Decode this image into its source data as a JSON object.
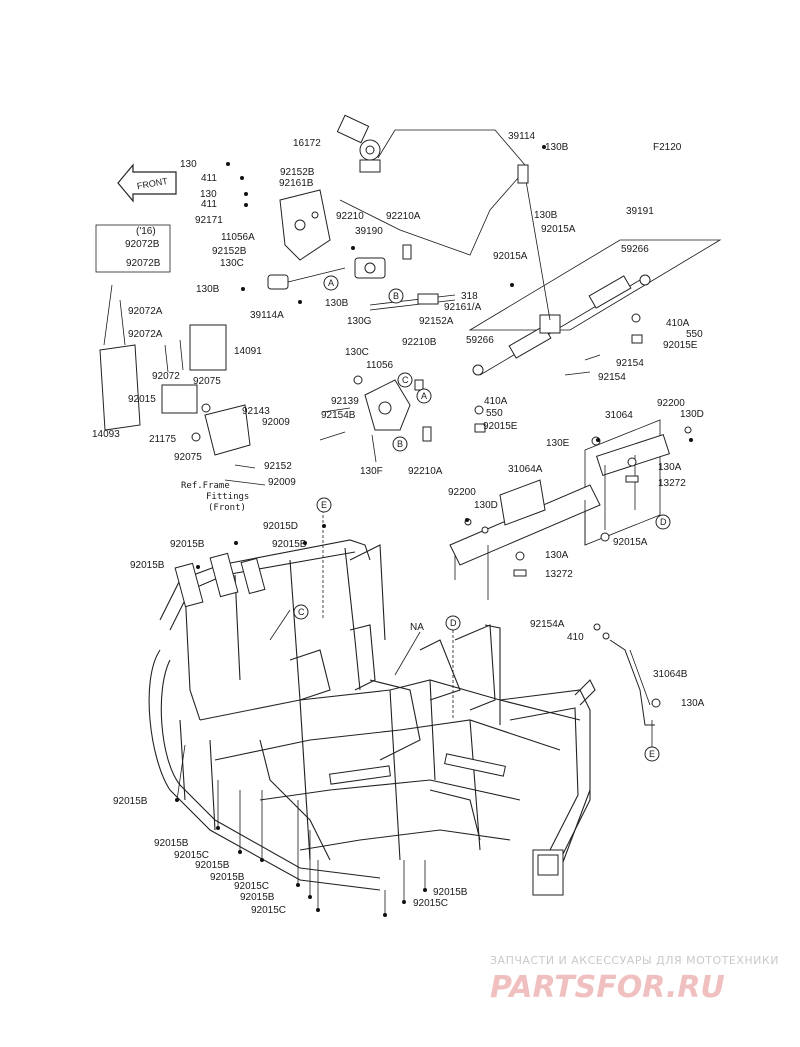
{
  "diagram": {
    "code": "F2120",
    "front_label": "FRONT",
    "ref_frame_lines": [
      "Ref.Frame",
      "Fittings",
      "(Front)"
    ],
    "year_note": "('16)",
    "callout_letters": [
      "A",
      "B",
      "C",
      "D",
      "E"
    ],
    "frame_note": "NA",
    "labels": [
      "16172",
      "130",
      "411",
      "130",
      "411",
      "92152B",
      "92161B",
      "92171",
      "11056A",
      "92152B",
      "130C",
      "130B",
      "39114A",
      "92210",
      "92210A",
      "39190",
      "130B",
      "318",
      "92161/A",
      "130G",
      "92152A",
      "39114",
      "130B",
      "130B",
      "92015A",
      "92015A",
      "39191",
      "59266",
      "410A",
      "550",
      "92015E",
      "92154",
      "92154",
      "59266",
      "410A",
      "550",
      "92015E",
      "92072B",
      "92072B",
      "92072A",
      "92072A",
      "14091",
      "92072",
      "92075",
      "14093",
      "92015",
      "21175",
      "92075",
      "92143",
      "92009",
      "92152",
      "92009",
      "130C",
      "11056",
      "92210B",
      "92139",
      "92154B",
      "130F",
      "92210A",
      "31064",
      "92200",
      "130D",
      "130E",
      "130A",
      "13272",
      "31064A",
      "92200",
      "130D",
      "130A",
      "13272",
      "92015A",
      "92015D",
      "92015B",
      "92015B",
      "92015B",
      "92154A",
      "410",
      "31064B",
      "130A",
      "92015B",
      "92015B",
      "92015C",
      "92015B",
      "92015C",
      "92015B",
      "92015B",
      "92015C",
      "92015B",
      "92015C"
    ]
  },
  "watermark": {
    "top": "ЗАПЧАСТИ И АКСЕССУАРЫ ДЛЯ МОТОТЕХНИКИ",
    "brand": "PARTSFOR.RU"
  }
}
